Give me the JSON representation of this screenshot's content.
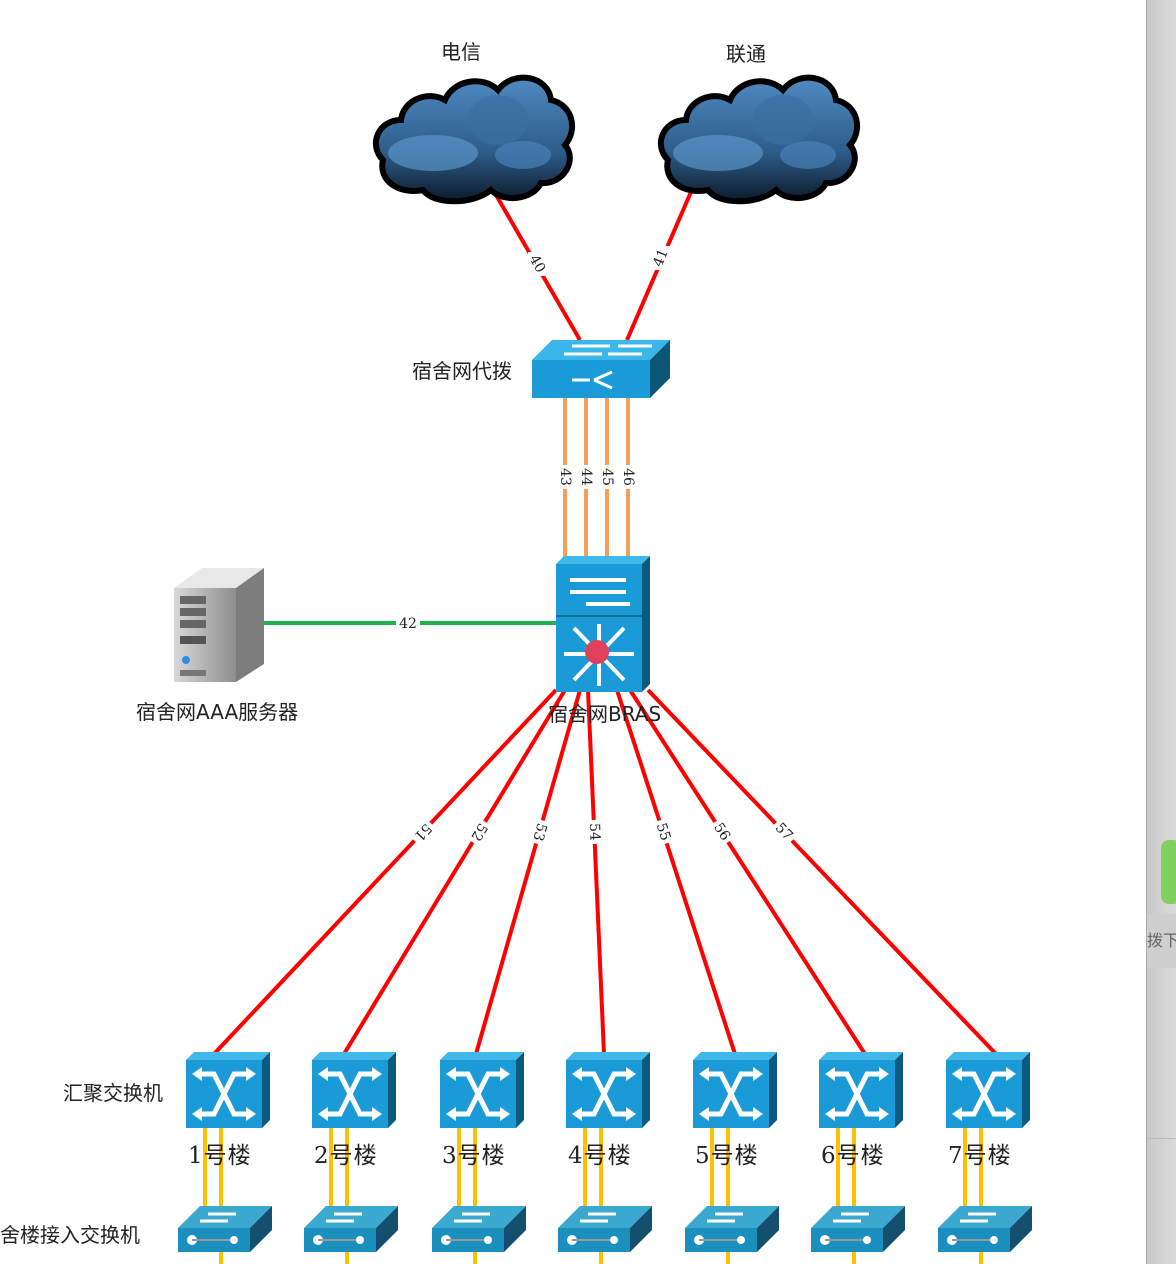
{
  "diagram": {
    "nodes": {
      "telecom": {
        "label": "电信",
        "type": "cloud"
      },
      "unicom": {
        "label": "联通",
        "type": "cloud"
      },
      "proxy": {
        "label": "宿舍网代拨",
        "type": "switch"
      },
      "bras": {
        "label": "宿舍网BRAS",
        "type": "multilayer-switch"
      },
      "aaa": {
        "label": "宿舍网AAA服务器",
        "type": "server"
      },
      "aggregation_label": "汇聚交换机",
      "access_label": "宿舍楼接入交换机",
      "buildings": [
        {
          "label": "1号楼",
          "link": "51"
        },
        {
          "label": "2号楼",
          "link": "52"
        },
        {
          "label": "3号楼",
          "link": "53"
        },
        {
          "label": "4号楼",
          "link": "54"
        },
        {
          "label": "5号楼",
          "link": "55"
        },
        {
          "label": "6号楼",
          "link": "56"
        },
        {
          "label": "7号楼",
          "link": "57"
        }
      ]
    },
    "links": {
      "telecom_proxy": "40",
      "unicom_proxy": "41",
      "aaa_bras": "42",
      "proxy_bras": [
        "43",
        "44",
        "45",
        "46"
      ]
    },
    "colors": {
      "uplink": "#ff0000",
      "trunk": "#f5a05a",
      "server": "#22b14c",
      "access": "#ffc000",
      "device": "#1a9bd7"
    }
  },
  "side_panel": {
    "tab_text": "拨下"
  }
}
